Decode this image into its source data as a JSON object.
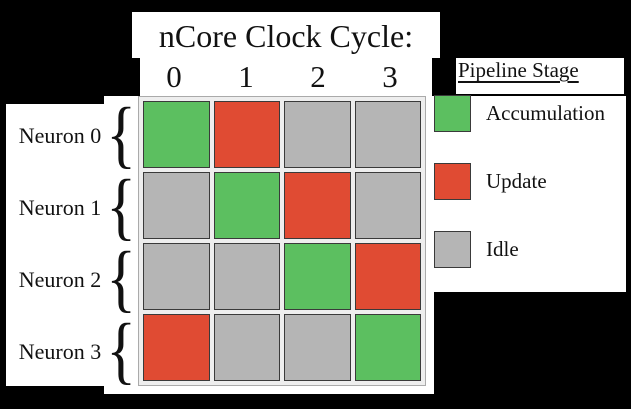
{
  "figure": {
    "title": "nCore Clock Cycle:",
    "background_color": "#000000",
    "panel_color": "#ffffff"
  },
  "colors": {
    "accumulation": "#5CBF60",
    "update": "#E04B33",
    "idle": "#B5B5B5",
    "cell_border": "#3A3A3A",
    "grid_frame": "#EEEEEE",
    "text": "#111111"
  },
  "columns": {
    "header_label": "nCore Clock Cycle:",
    "labels": [
      "0",
      "1",
      "2",
      "3"
    ]
  },
  "rows": {
    "labels": [
      "Neuron 0",
      "Neuron 1",
      "Neuron 2",
      "Neuron 3"
    ],
    "brace_glyph": "{"
  },
  "legend": {
    "title": "Pipeline Stage",
    "items": [
      {
        "label": "Accumulation",
        "color": "#5CBF60",
        "key": "accumulation"
      },
      {
        "label": "Update",
        "color": "#E04B33",
        "key": "update"
      },
      {
        "label": "Idle",
        "color": "#B5B5B5",
        "key": "idle"
      }
    ]
  },
  "chart_data": {
    "type": "heatmap",
    "title": "nCore Clock Cycle:",
    "xlabel": "nCore Clock Cycle:",
    "ylabel": "",
    "x": [
      "0",
      "1",
      "2",
      "3"
    ],
    "y": [
      "Neuron 0",
      "Neuron 1",
      "Neuron 2",
      "Neuron 3"
    ],
    "categories": [
      "Accumulation",
      "Update",
      "Idle"
    ],
    "category_colors": {
      "Accumulation": "#5CBF60",
      "Update": "#E04B33",
      "Idle": "#B5B5B5"
    },
    "legend_title": "Pipeline Stage",
    "legend_position": "right",
    "grid": true,
    "cells": [
      [
        "Accumulation",
        "Update",
        "Idle",
        "Idle"
      ],
      [
        "Idle",
        "Accumulation",
        "Update",
        "Idle"
      ],
      [
        "Idle",
        "Idle",
        "Accumulation",
        "Update"
      ],
      [
        "Update",
        "Idle",
        "Idle",
        "Accumulation"
      ]
    ]
  }
}
